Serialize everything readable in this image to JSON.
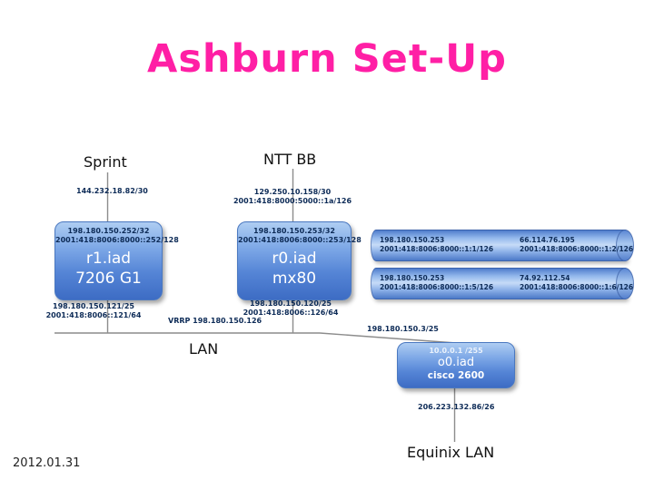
{
  "title": "Ashburn Set-Up",
  "date": "2012.01.31",
  "upstreams": {
    "sprint": {
      "label": "Sprint",
      "link": "144.232.18.82/30"
    },
    "ntt": {
      "label": "NTT BB",
      "link_v4": "129.250.10.158/30",
      "link_v6": "2001:418:8000:5000::1a/126"
    }
  },
  "routers": {
    "r1": {
      "loopback_v4": "198.180.150.252/32",
      "loopback_v6": "2001:418:8006:8000::252/128",
      "name": "r1.iad",
      "model": "7206 G1",
      "lan_v4": "198.180.150.121/25",
      "lan_v6": "2001:418:8006::121/64"
    },
    "r0": {
      "loopback_v4": "198.180.150.253/32",
      "loopback_v6": "2001:418:8006:8000::253/128",
      "name": "r0.iad",
      "model": "mx80",
      "lan_v4": "198.180.150.120/25",
      "lan_v6": "2001:418:8006::126/64"
    },
    "o0": {
      "ip": "10.0.0.1 /255",
      "name": "o0.iad",
      "model": "cisco 2600",
      "uplink": "198.180.150.3/25",
      "downlink": "206.223.132.86/26"
    }
  },
  "lan": {
    "label": "LAN",
    "vrrp": "VRRP 198.180.150.126"
  },
  "equinix": {
    "label": "Equinix LAN"
  },
  "tunnels": [
    {
      "left_v4": "198.180.150.253",
      "left_v6": "2001:418:8006:8000::1:1/126",
      "right_v4": "66.114.76.195",
      "right_v6": "2001:418:8006:8000::1:2/126"
    },
    {
      "left_v4": "198.180.150.253",
      "left_v6": "2001:418:8006:8000::1:5/126",
      "right_v4": "74.92.112.54",
      "right_v6": "2001:418:8006:8000::1:6/126"
    }
  ],
  "colors": {
    "title_color": "#ff1fa5",
    "ip_text_color": "#0d2b57",
    "line_color": "#8c8c8c",
    "box_blue": "#4a79cd"
  }
}
